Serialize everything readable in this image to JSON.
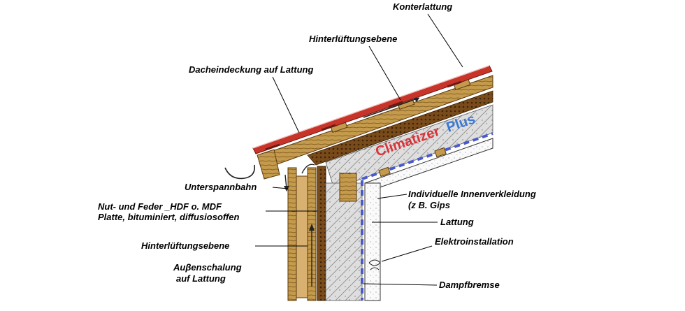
{
  "labels": {
    "konterlattung": "Konterlattung",
    "hinterlueftung_top": "Hinterlüftungsebene",
    "dacheindeckung": "Dacheindeckung auf Lattung",
    "unterspannbahn": "Unterspannbahn",
    "nut_feder_1": "Nut- und Feder _HDF o. MDF",
    "nut_feder_2": "Platte, bituminiert, diffusiosoffen",
    "hinterlueftung_left": "Hinterlüftungsebene",
    "aussenschalung_1": "Auβenschalung",
    "aussenschalung_2": "auf Lattung",
    "innenverkleidung_1": "Individuelle Innenverkleidung",
    "innenverkleidung_2": "(z B. Gips",
    "lattung": "Lattung",
    "elektro": "Elektroinstallation",
    "dampfbremse": "Dampfbremse"
  },
  "brand": {
    "name": "Climatizer",
    "suffix": "Plus",
    "name_color": "#d8343a",
    "suffix_color": "#3a78d6"
  },
  "colors": {
    "roof_tiles": "#c8342a",
    "wood": "#b88a3a",
    "wood_dark": "#6b4416",
    "insulation": "#d9d9d9",
    "vapor_barrier": "#4a5ac8",
    "board": "#8a5a20"
  }
}
